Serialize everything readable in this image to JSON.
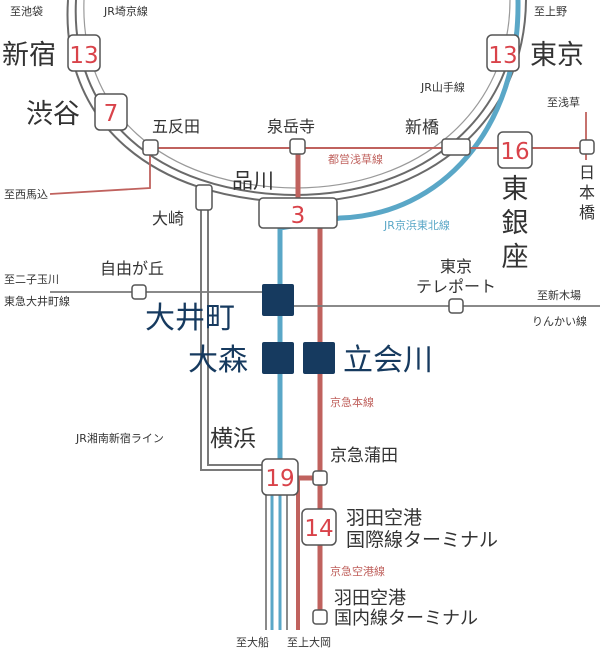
{
  "colors": {
    "jr": "#666666",
    "keihin": "#5aa7c7",
    "keikyu": "#c0625e",
    "navy": "#163a5f",
    "label": "#333333",
    "time": "#d9434a"
  },
  "minutes": {
    "shinjuku": "13",
    "shibuya": "7",
    "shinagawa": "3",
    "tokyo": "13",
    "higashiginza": "16",
    "yokohama": "19",
    "haneda_intl": "14"
  },
  "stations": {
    "shinjuku": "新宿",
    "shibuya": "渋谷",
    "gotanda": "五反田",
    "sengakuji": "泉岳寺",
    "shimbashi": "新橋",
    "tokyo": "東京",
    "shinagawa": "品川",
    "osaki": "大崎",
    "jiyugaoka": "自由が丘",
    "oimachi": "大井町",
    "omori": "大森",
    "tachiaigawa": "立会川",
    "tokyo_teleport_1": "東京",
    "tokyo_teleport_2": "テレポート",
    "yokohama": "横浜",
    "keikyu_kamata": "京急蒲田",
    "haneda_intl_1": "羽田空港",
    "haneda_intl_2": "国際線ターミナル",
    "haneda_dom_1": "羽田空港",
    "haneda_dom_2": "国内線ターミナル",
    "higashiginza": [
      "東",
      "銀",
      "座"
    ],
    "nihombashi": [
      "日",
      "本",
      "橋"
    ]
  },
  "lines": {
    "jr_saikyo": "JR埼京線",
    "jr_yamanote": "JR山手線",
    "toei_asakusa": "都営浅草線",
    "jr_keihin_tohoku": "JR京浜東北線",
    "tokyu_oimachi": "東急大井町線",
    "rinkai": "りんかい線",
    "keikyu_main": "京急本線",
    "jr_shonan_shinjuku": "JR湘南新宿ライン",
    "keikyu_airport": "京急空港線"
  },
  "directions": {
    "ikebukuro": "至池袋",
    "ueno": "至上野",
    "asakusa": "至浅草",
    "nishi_magome": "至西馬込",
    "futako_tamagawa": "至二子玉川",
    "shin_kiba": "至新木場",
    "ofuna": "至大船",
    "kamiooka": "至上大岡"
  }
}
